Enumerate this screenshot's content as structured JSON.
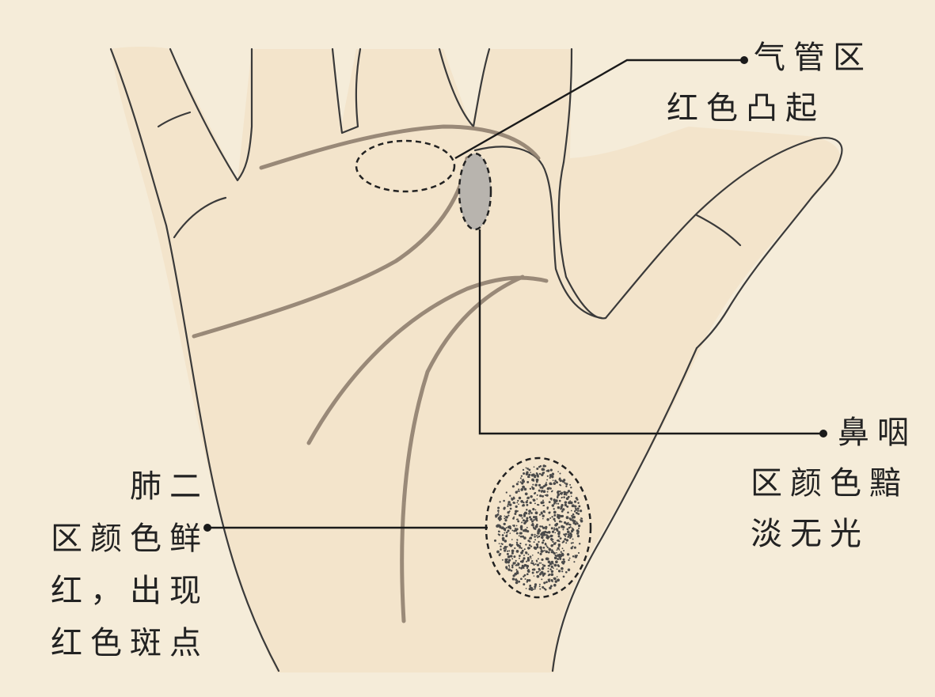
{
  "colors": {
    "background": "#f5ecd9",
    "palm_fill": "#f3e4cb",
    "outline": "#3a3a3a",
    "leader": "#1a1a1a",
    "nasopharynx_fill": "#b8b4ae",
    "lung_dots": "#4a4a4a"
  },
  "labels": {
    "trachea": [
      "气管区",
      "红色凸起"
    ],
    "nasopharynx": [
      "鼻咽",
      "区颜色黯",
      "淡无光"
    ],
    "lung": [
      "肺二",
      "区颜色鲜",
      "红，出现",
      "红色斑点"
    ]
  }
}
